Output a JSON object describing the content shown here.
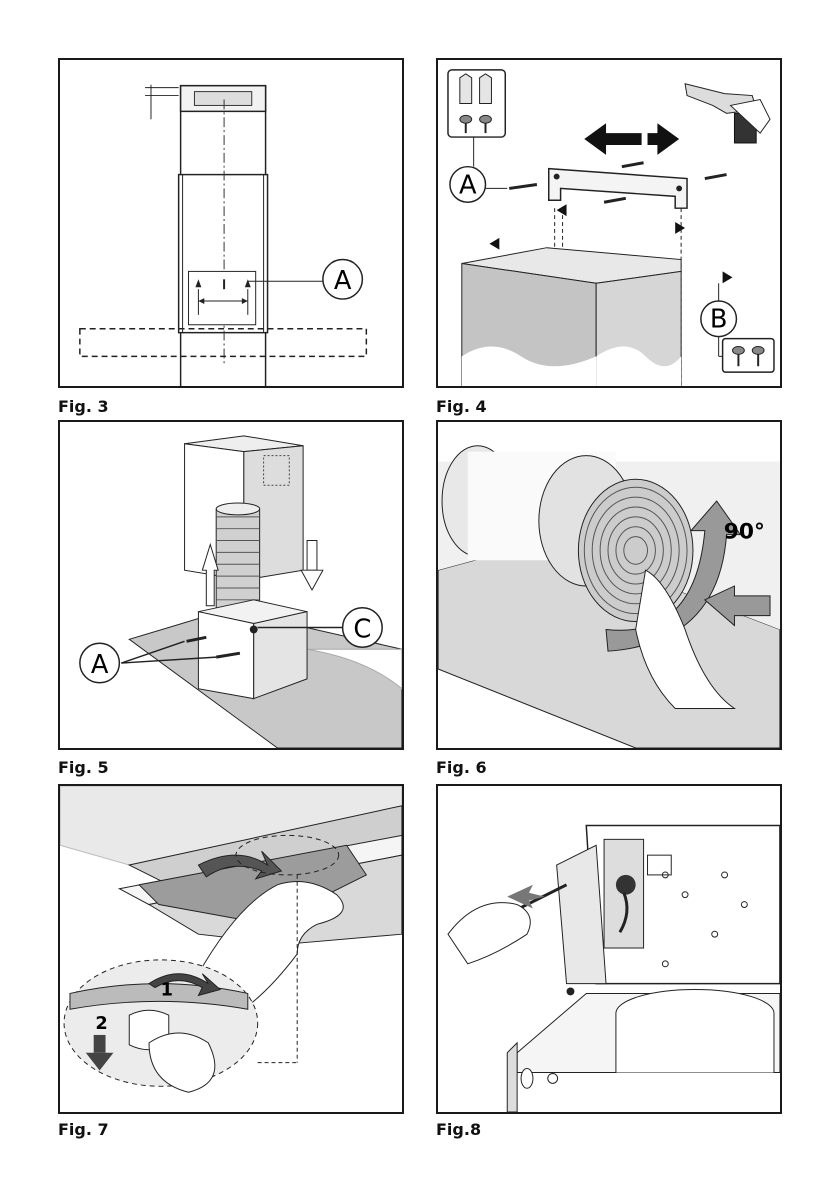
{
  "figures": [
    {
      "caption": "Fig. 3",
      "labels": [
        "A"
      ]
    },
    {
      "caption": "Fig. 4",
      "labels": [
        "A",
        "B"
      ]
    },
    {
      "caption": "Fig. 5",
      "labels": [
        "A",
        "C"
      ]
    },
    {
      "caption": "Fig. 6",
      "labels": [
        "90°"
      ]
    },
    {
      "caption": "Fig. 7",
      "labels": [
        "1",
        "2"
      ]
    },
    {
      "caption": "Fig.8",
      "labels": []
    }
  ],
  "icons": {
    "fig4_drill": "drill-icon",
    "fig4_wall_plugs": "wall-plug-icon",
    "fig4_screws": "screw-icon"
  }
}
